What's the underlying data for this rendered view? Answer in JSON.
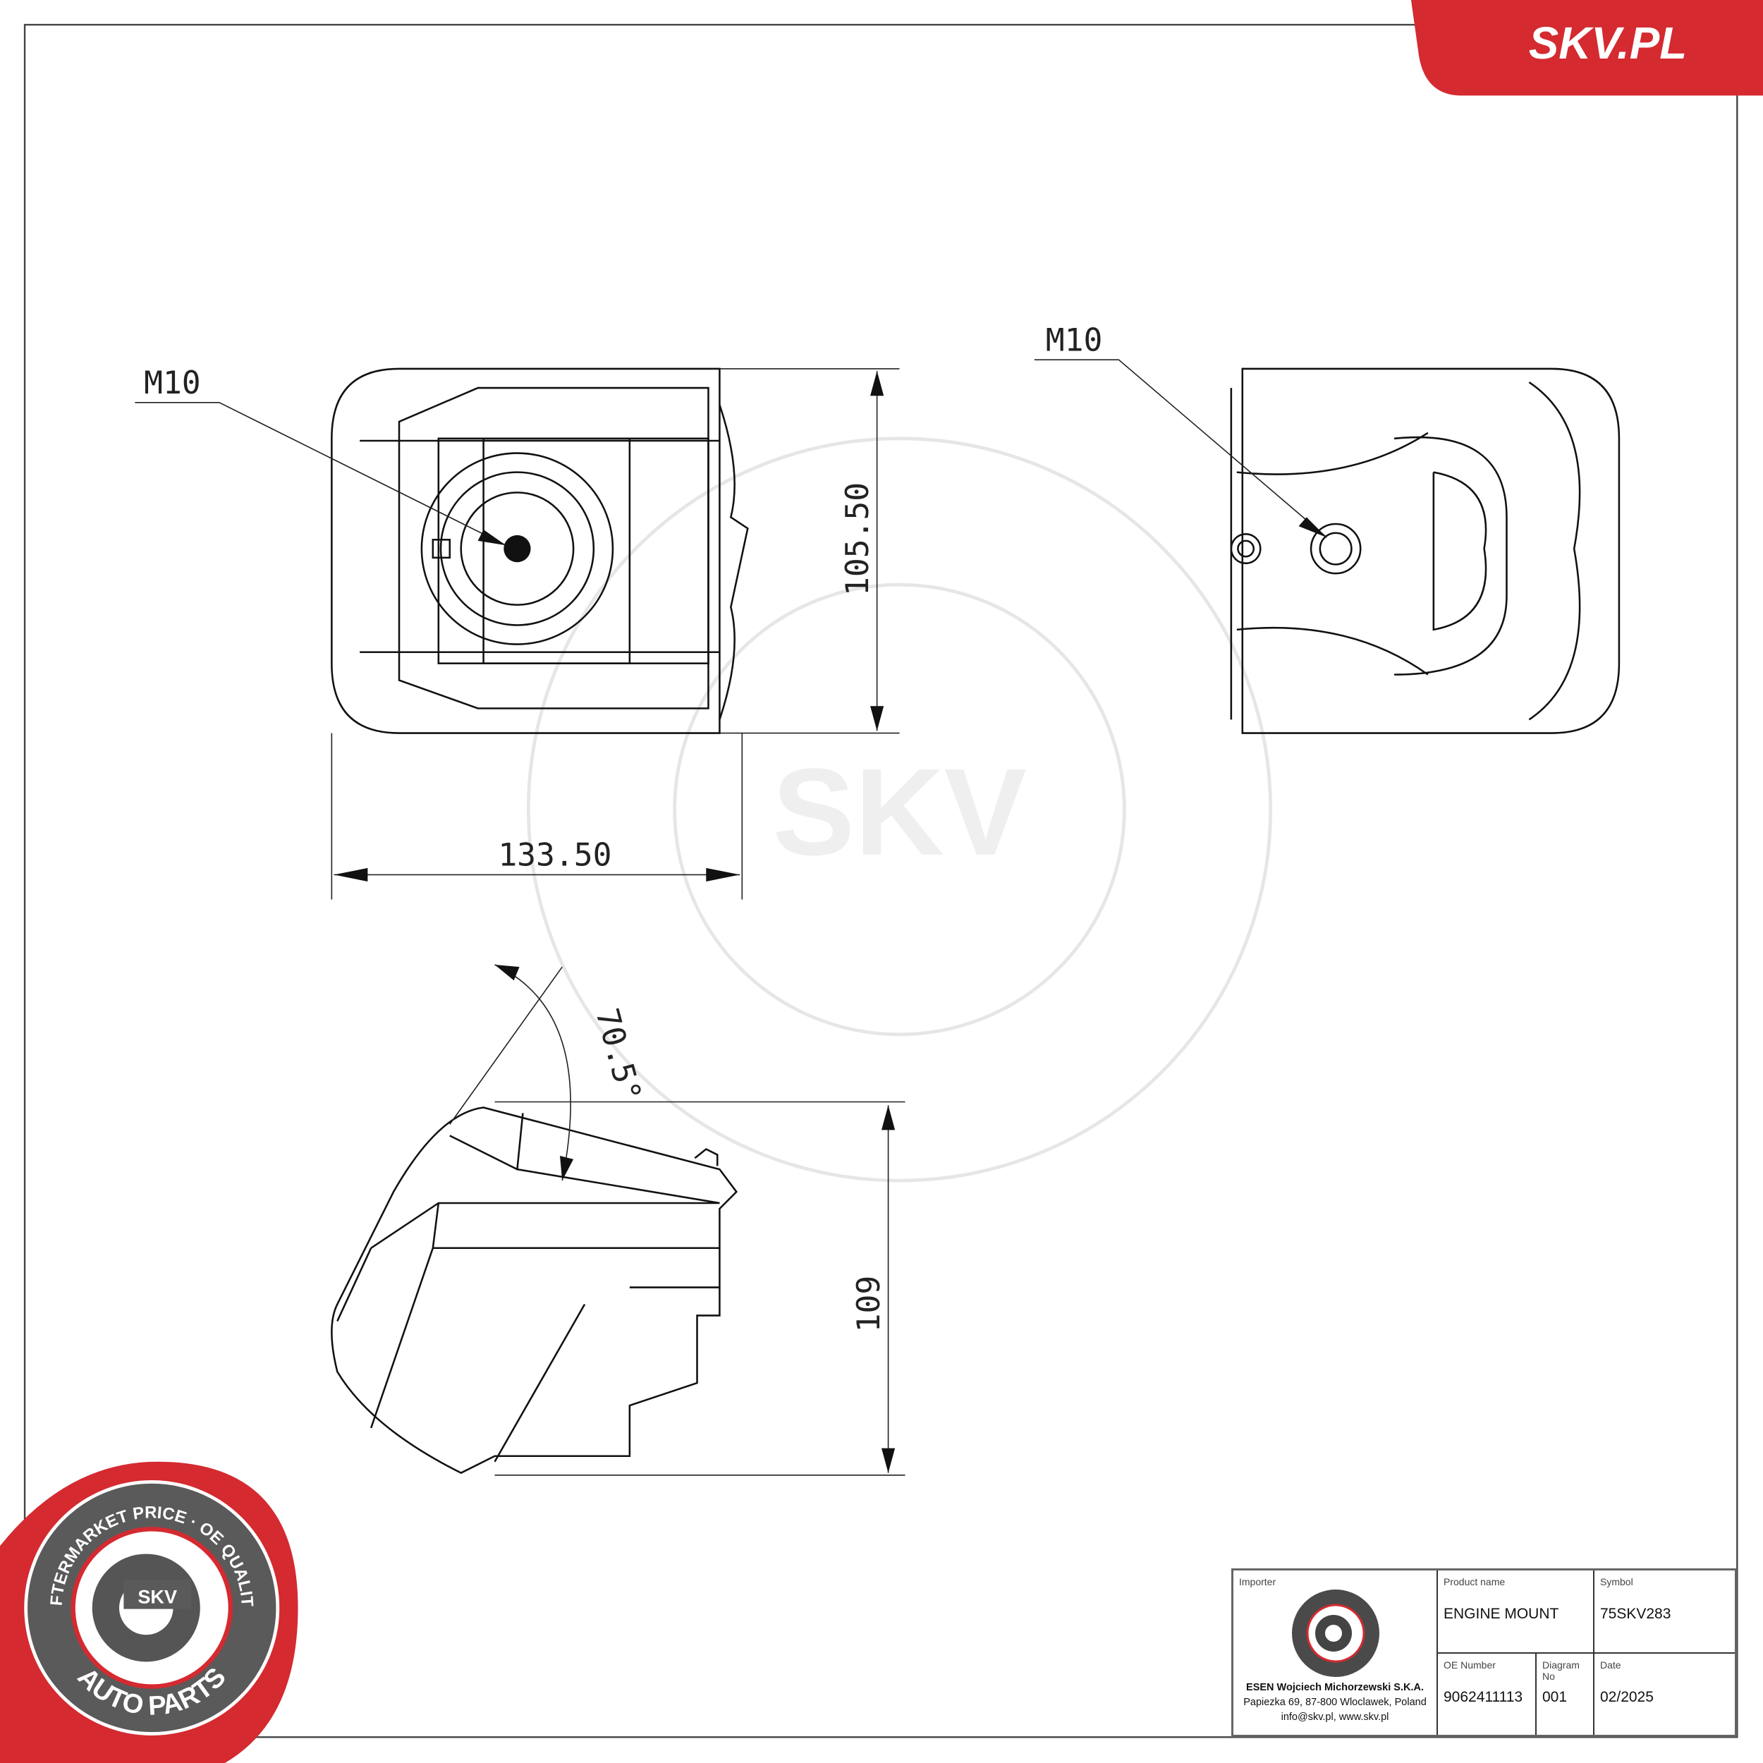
{
  "brand": {
    "name": "SKV.PL",
    "red": "#d42a30",
    "grey": "#5a5a5a"
  },
  "logo": {
    "top_text": "AFTERMARKET PRICE · OE QUALITY",
    "bottom_text": "AUTO PARTS",
    "center_text": "SKV"
  },
  "drawing": {
    "thread_label_front": "M10",
    "thread_label_side": "M10",
    "dim_height_front": "105.50",
    "dim_width_front": "133.50",
    "dim_angle": "70.5°",
    "dim_height_bottom": "109"
  },
  "title_block": {
    "importer_label": "Importer",
    "importer_name": "ESEN Wojciech Michorzewski S.K.A.",
    "importer_address": "Papiezka 69, 87-800 Wloclawek, Poland",
    "importer_contact": "info@skv.pl, www.skv.pl",
    "product_name_label": "Product name",
    "product_name": "ENGINE MOUNT",
    "symbol_label": "Symbol",
    "symbol": "75SKV283",
    "oe_number_label": "OE Number",
    "oe_number": "9062411113",
    "diagram_no_label": "Diagram No",
    "diagram_no": "001",
    "date_label": "Date",
    "date": "02/2025"
  }
}
